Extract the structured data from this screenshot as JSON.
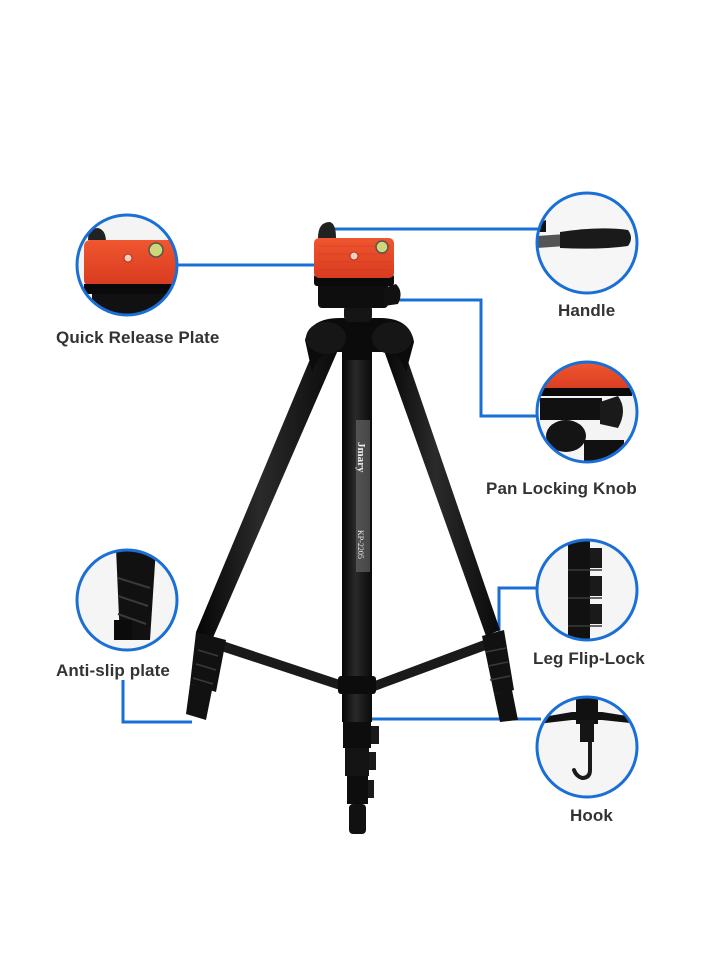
{
  "image": {
    "type": "product-feature-diagram",
    "subject": "tripod",
    "background": "#ffffff",
    "accent_color": "#1a6fd6",
    "plate_color": "#e8462a",
    "body_color": "#121212"
  },
  "product": {
    "brand_text": "Jmary",
    "model_text": "KP-2205"
  },
  "callouts": [
    {
      "id": "quick-release-plate",
      "label": "Quick Release Plate"
    },
    {
      "id": "handle",
      "label": "Handle"
    },
    {
      "id": "pan-locking-knob",
      "label": "Pan Locking Knob"
    },
    {
      "id": "anti-slip-plate",
      "label": "Anti-slip plate"
    },
    {
      "id": "leg-flip-lock",
      "label": "Leg Flip-Lock"
    },
    {
      "id": "hook",
      "label": "Hook"
    }
  ]
}
